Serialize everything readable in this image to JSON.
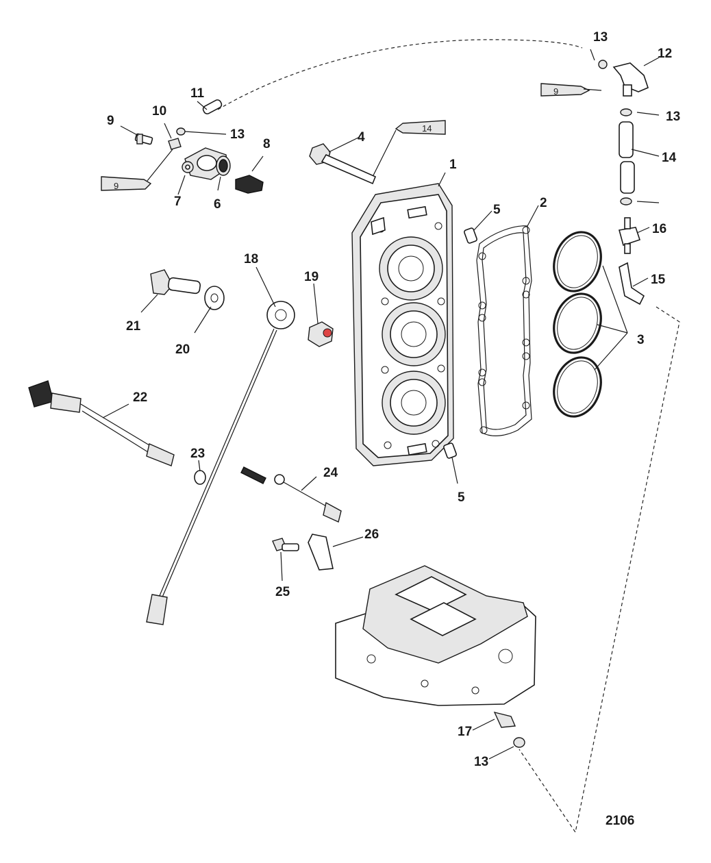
{
  "figure_number": "2106",
  "callouts": [
    "1",
    "2",
    "3",
    "4",
    "5",
    "5",
    "6",
    "7",
    "8",
    "9",
    "10",
    "11",
    "12",
    "13",
    "13",
    "13",
    "13",
    "14",
    "15",
    "16",
    "17",
    "18",
    "19",
    "20",
    "21",
    "22",
    "23",
    "24",
    "25",
    "26"
  ],
  "tube_labels": [
    "9",
    "9",
    "14"
  ]
}
